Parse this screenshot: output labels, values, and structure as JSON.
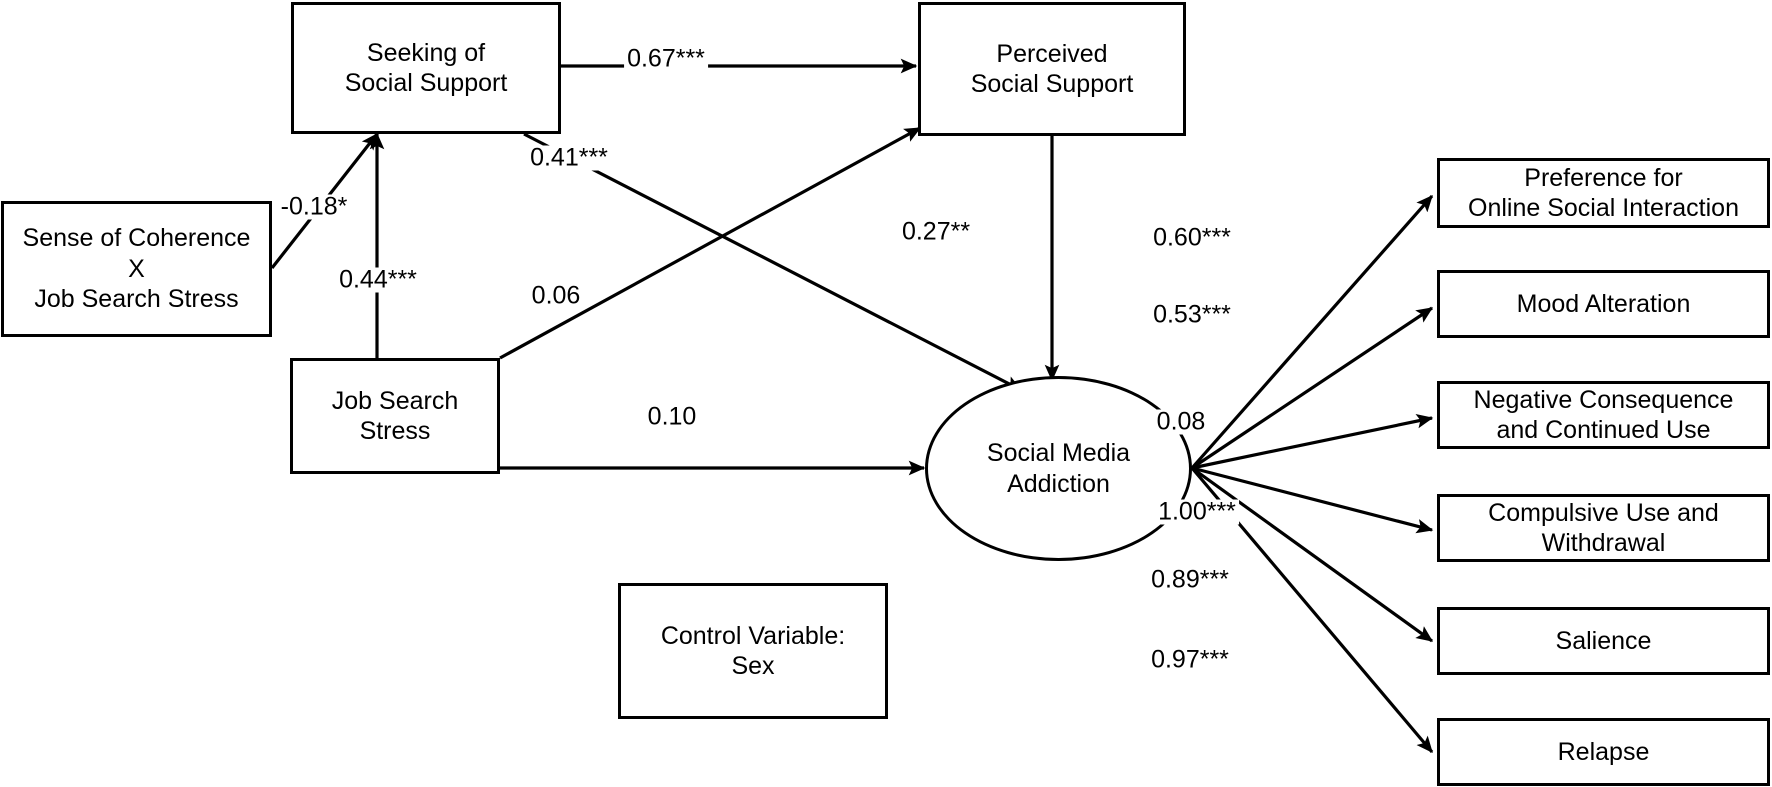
{
  "figure": {
    "type": "sem-path-diagram",
    "background_color": "#ffffff",
    "line_color": "#000000",
    "text_color": "#000000"
  },
  "nodes": {
    "moderator": {
      "label": "Sense of Coherence\nX\nJob Search Stress",
      "shape": "rectangle"
    },
    "seeking": {
      "label": "Seeking of\nSocial Support",
      "shape": "rectangle"
    },
    "perceived": {
      "label": "Perceived\nSocial Support",
      "shape": "rectangle"
    },
    "stress": {
      "label": "Job Search Stress",
      "shape": "rectangle"
    },
    "addiction": {
      "label": "Social Media\nAddiction",
      "shape": "ellipse"
    },
    "control": {
      "label": "Control Variable:\nSex",
      "shape": "rectangle"
    }
  },
  "indicators": [
    {
      "label": "Preference for\nOnline Social Interaction",
      "loading": "0.60***"
    },
    {
      "label": "Mood Alteration",
      "loading": "0.53***"
    },
    {
      "label": "Negative Consequence\nand Continued Use",
      "loading": "0.08"
    },
    {
      "label": "Compulsive Use and\nWithdrawal",
      "loading": "1.00***"
    },
    {
      "label": "Salience",
      "loading": "0.89***"
    },
    {
      "label": "Relapse",
      "loading": "0.97***"
    }
  ],
  "paths": [
    {
      "id": "moderator-to-seeking",
      "from": "moderator",
      "to": "seeking",
      "coefficient": "-0.18*"
    },
    {
      "id": "stress-to-seeking",
      "from": "stress",
      "to": "seeking",
      "coefficient": "0.44***"
    },
    {
      "id": "seeking-to-perceived",
      "from": "seeking",
      "to": "perceived",
      "coefficient": "0.67***"
    },
    {
      "id": "seeking-to-addiction",
      "from": "seeking",
      "to": "addiction",
      "coefficient": "0.41***"
    },
    {
      "id": "stress-to-perceived",
      "from": "stress",
      "to": "perceived",
      "coefficient": "0.06"
    },
    {
      "id": "perceived-to-addiction",
      "from": "perceived",
      "to": "addiction",
      "coefficient": "0.27**"
    },
    {
      "id": "stress-to-addiction",
      "from": "stress",
      "to": "addiction",
      "coefficient": "0.10"
    }
  ],
  "chart_data": {
    "type": "diagram",
    "title": "",
    "coefficients": {
      "moderator_to_seeking": -0.18,
      "stress_to_seeking": 0.44,
      "seeking_to_perceived": 0.67,
      "seeking_to_addiction": 0.41,
      "stress_to_perceived": 0.06,
      "perceived_to_addiction": 0.27,
      "stress_to_addiction": 0.1,
      "addiction_to_preference_online_social_interaction": 0.6,
      "addiction_to_mood_alteration": 0.53,
      "addiction_to_negative_consequence": 0.08,
      "addiction_to_compulsive_use": 1.0,
      "addiction_to_salience": 0.89,
      "addiction_to_relapse": 0.97
    },
    "significance_markers": [
      "*",
      "**",
      "***"
    ]
  }
}
